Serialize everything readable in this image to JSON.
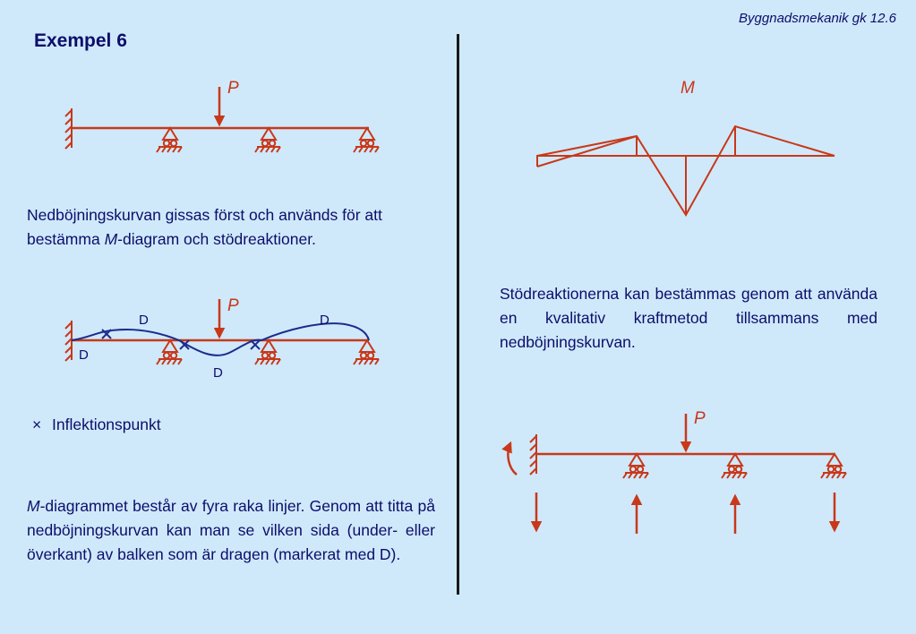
{
  "header": "Byggnadsmekanik gk  12.6",
  "title": "Exempel 6",
  "text1_a": "Nedböjningskurvan gissas först och används för att bestämma ",
  "text1_m": "M",
  "text1_b": "-diagram och stödreaktioner.",
  "legend": {
    "symbol": "×",
    "label": "Inflektionspunkt"
  },
  "text3_m": "M",
  "text3_b": "-diagrammet består av fyra raka linjer. Genom att titta på nedböjningskurvan kan man se vilken sida (under- eller överkant) av balken som är dragen (markerat med D).",
  "text2": "Stödreaktionerna kan bestämmas genom att använda en kvalitativ kraftmetod tillsammans med nedböjningskurvan.",
  "load_label": "P",
  "moment_label": "M",
  "tension_label": "D",
  "colors": {
    "beam": "#c8381a",
    "text": "#0d0d6b",
    "curve": "#1c2c8c",
    "background": "#cfe9fa"
  }
}
